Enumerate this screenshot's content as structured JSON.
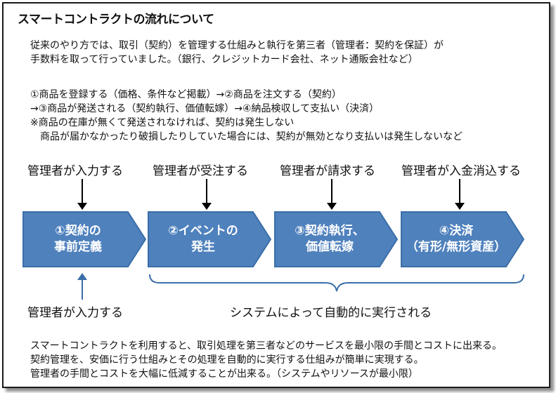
{
  "title": "スマートコントラクトの流れについて",
  "intro": {
    "line1": "従来のやり方では、取引（契約）を管理する仕組みと執行を第三者（管理者：契約を保証）が",
    "line2": "手数料を取って行っていました。（銀行、クレジットカード会社、ネット通販会社など）"
  },
  "process": {
    "line1": "①商品を登録する（価格、条件など掲載）→②商品を注文する（契約）",
    "line2": "→③商品が発送される（契約執行、価値転嫁）→④納品検収して支払い（決済）",
    "line3": "※商品の在庫が無くて発送されなければ、契約は発生しない",
    "line4": "　商品が届かなかったり破損したりしていた場合には、契約が無効となり支払いは発生しないなど"
  },
  "top_labels": [
    "管理者が入力する",
    "管理者が受注する",
    "管理者が請求する",
    "管理者が入金消込する"
  ],
  "steps": [
    {
      "label": "①契約の\n事前定義"
    },
    {
      "label": "②イベントの\n発生"
    },
    {
      "label": "③契約執行、\n価値転嫁"
    },
    {
      "label": "④決済\n（有形/無形資産）"
    }
  ],
  "bottom_left_label": "管理者が入力する",
  "automation_label": "システムによって自動的に実行される",
  "footer": {
    "line1": "スマートコントラクトを利用すると、取引処理を第三者などのサービスを最小限の手間とコストに出来る。",
    "line2": "契約管理を、安価に行う仕組みとその処理を自動的に実行する仕組みが簡単に実現する。",
    "line3": "管理者の手間とコストを大幅に低減することが出来る。（システムやリソースが最小限）"
  },
  "colors": {
    "step_fill": "#4f81bd",
    "step_border": "#3b6ea8",
    "brace": "#3b6ea8",
    "text": "#111111"
  }
}
